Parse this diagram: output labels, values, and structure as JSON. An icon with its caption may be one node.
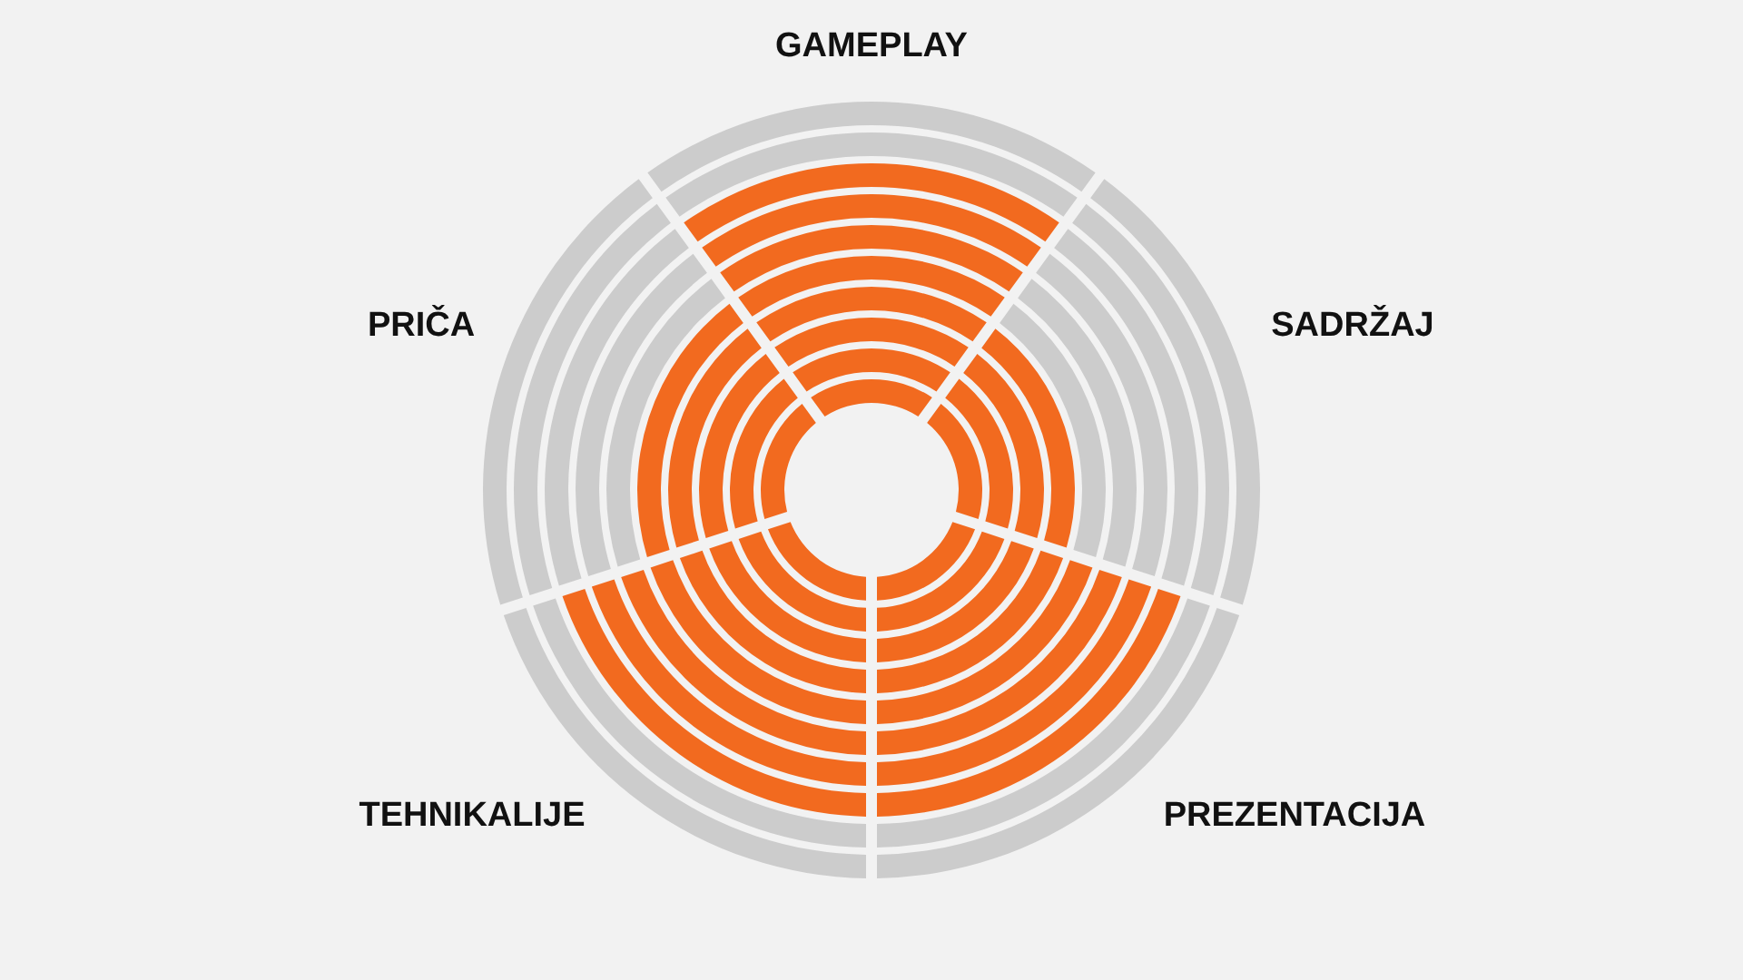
{
  "diagram": {
    "labels": [
      "GAMEPLAY",
      "PRIČA",
      "SADRŽAJ",
      "TEHNIKALIJE",
      "PREZENTACIJA"
    ]
  }
}
